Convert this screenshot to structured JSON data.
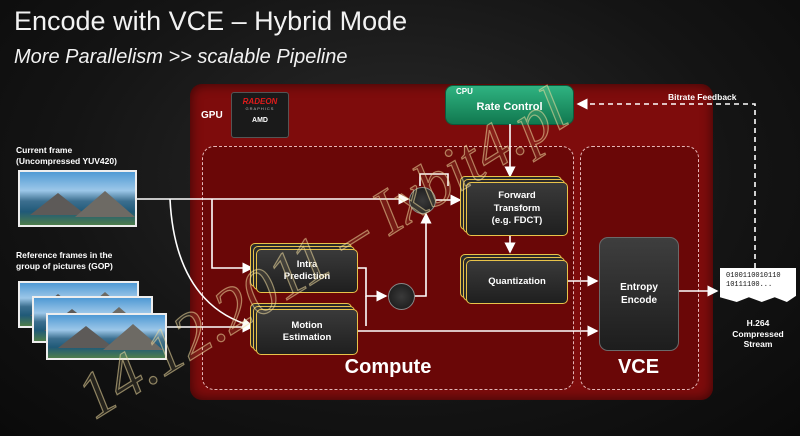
{
  "header": {
    "title": "Encode  with VCE – Hybrid Mode",
    "subtitle": "More Parallelism >> scalable Pipeline"
  },
  "gpu": {
    "label": "GPU",
    "logo_brand": "RADEON",
    "logo_sub": "GRAPHICS",
    "logo_vendor": "AMD"
  },
  "cpu": {
    "label": "CPU",
    "block": "Rate Control"
  },
  "inputs": {
    "current_frame": [
      "Current frame",
      "(Uncompressed YUV420)"
    ],
    "reference_frames": [
      "Reference frames in the",
      "group of pictures (GOP)"
    ]
  },
  "blocks": {
    "intra": [
      "Intra",
      "Prediction"
    ],
    "motion": [
      "Motion",
      "Estimation"
    ],
    "forward": [
      "Forward",
      "Transform",
      "(e.g. FDCT)"
    ],
    "quant": [
      "Quantization"
    ],
    "entropy": [
      "Entropy",
      "Encode"
    ]
  },
  "regions": {
    "compute": "Compute",
    "vce": "VCE"
  },
  "output": {
    "bits": [
      "0100110010110",
      "10111100..."
    ],
    "label": [
      "H.264",
      "Compressed",
      "Stream"
    ]
  },
  "feedback": "Bitrate Feedback",
  "watermark": "14.12.2011 – Ixbit4.pl",
  "colors": {
    "gpu_red": "#7e0c0c",
    "cpu_green": "#1f9a68",
    "block_border": "#e8c34a"
  }
}
